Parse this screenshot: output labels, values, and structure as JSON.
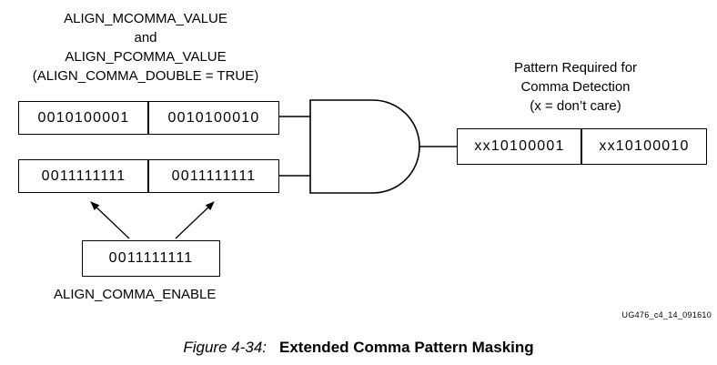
{
  "top_heading": {
    "line1": "ALIGN_MCOMMA_VALUE",
    "line2": "and",
    "line3": "ALIGN_PCOMMA_VALUE",
    "line4": "(ALIGN_COMMA_DOUBLE = TRUE)"
  },
  "comma_value_register": {
    "left": "0010100001",
    "right": "0010100010"
  },
  "mask_register": {
    "left": "0011111111",
    "right": "0011111111"
  },
  "enable_register": {
    "value": "0011111111",
    "label": "ALIGN_COMMA_ENABLE"
  },
  "output_heading": {
    "line1": "Pattern Required for",
    "line2": "Comma Detection",
    "line3": "(x = don’t care)"
  },
  "output_register": {
    "left": "xx10100001",
    "right": "xx10100010"
  },
  "figure_id": "UG476_c4_14_091610",
  "caption": {
    "number": "Figure 4-34:",
    "title": "Extended Comma Pattern Masking"
  }
}
